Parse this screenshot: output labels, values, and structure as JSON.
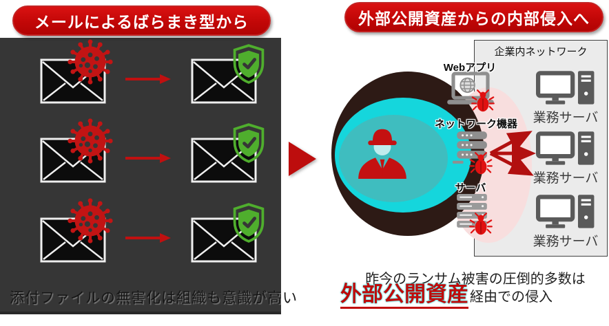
{
  "left_panel": {
    "banner": "メールによるばらまき型から",
    "caption": "添付ファイルの無害化は組織も意識が高い",
    "rows": [
      {
        "before_icon": "mail-with-virus",
        "after_icon": "mail-with-shield"
      },
      {
        "before_icon": "mail-with-virus",
        "after_icon": "mail-with-shield"
      },
      {
        "before_icon": "mail-with-virus",
        "after_icon": "mail-with-shield"
      }
    ]
  },
  "transition": {
    "icon": "big-right-triangle"
  },
  "right_panel": {
    "banner": "外部公開資産からの内部侵入へ",
    "attacker_icon": "hacker-spy",
    "network_box": {
      "title": "企業内ネットワーク",
      "servers": [
        {
          "label": "業務サーバ",
          "icon": "workstation-server"
        },
        {
          "label": "業務サーバ",
          "icon": "workstation-server"
        },
        {
          "label": "業務サーバ",
          "icon": "workstation-server"
        }
      ]
    },
    "exposed_assets": [
      {
        "label": "Webアプリ",
        "icon": "laptop-web"
      },
      {
        "label": "ネットワーク機器",
        "icon": "network-device"
      },
      {
        "label": "サーバ",
        "icon": "server-rack"
      }
    ],
    "caption": {
      "line1": "昨今のランサム被害の圧倒的多数は",
      "highlight": "外部公開資産",
      "rest": "経由での侵入"
    }
  },
  "colors": {
    "banner_red": "#c20707",
    "accent_red": "#c01010",
    "panel_bg": "#363636",
    "shield_green": "#4fae2d",
    "cyan": "#15d6dc",
    "teal_inner": "#3fbdbf",
    "dark_circle": "#2d1a15",
    "pink": "#f8dede",
    "equipment_gray": "#8f8f8f",
    "server_gray": "#5a5a5a"
  }
}
